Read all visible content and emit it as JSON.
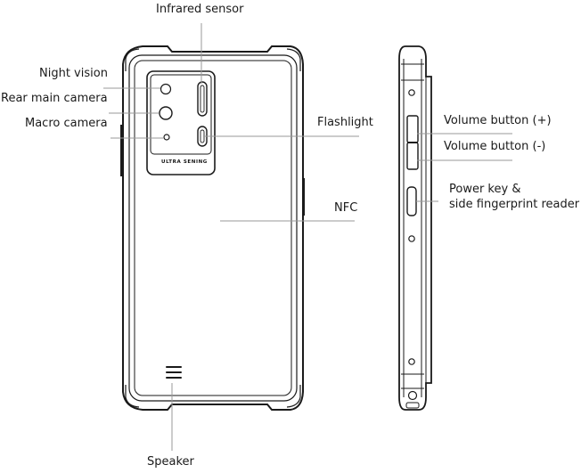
{
  "labels": {
    "infrared_sensor": "Infrared sensor",
    "night_vision": "Night vision",
    "rear_main_camera": "Rear main camera",
    "macro_camera": "Macro camera",
    "flashlight": "Flashlight",
    "nfc": "NFC",
    "speaker": "Speaker",
    "volume_up": "Volume button (+)",
    "volume_down": "Volume button (-)",
    "power_key_line1": "Power key &",
    "power_key_line2": "side fingerprint reader"
  },
  "camera_module": {
    "brand_text": "ULTRA SENING"
  },
  "colors": {
    "line": "#1a1a1a",
    "leader": "#999999"
  }
}
